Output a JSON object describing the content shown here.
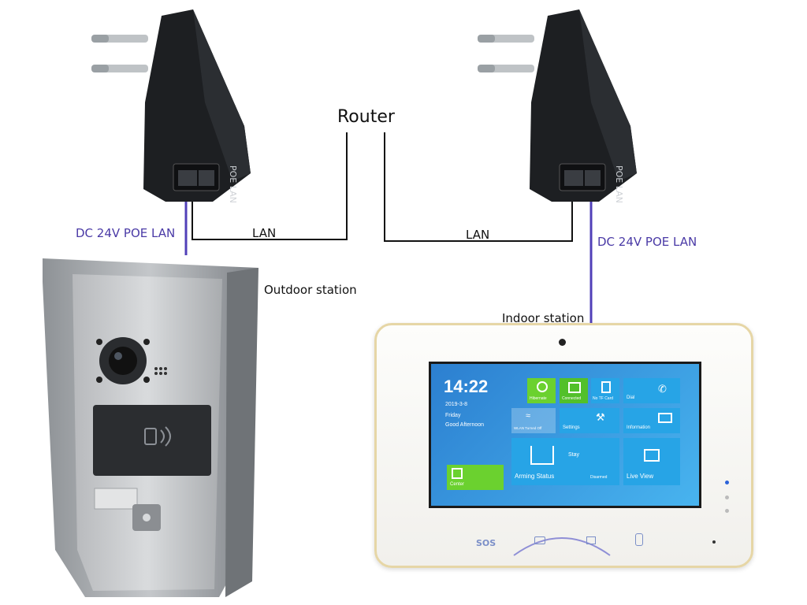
{
  "labels": {
    "router": "Router",
    "lan_left": "LAN",
    "lan_right": "LAN",
    "poe_left": "DC 24V POE LAN",
    "poe_right": "DC 24V POE LAN",
    "outdoor_station": "Outdoor station",
    "indoor_station": "Indoor station"
  },
  "adapter": {
    "port_text": "POE LAN"
  },
  "indoor_screen": {
    "time": "14:22",
    "date": "2019-3-8",
    "weekday": "Friday",
    "greeting": "Good Afternoon",
    "tiles": {
      "hibernate": "Hibernate",
      "connected": "Connected",
      "no_tf_card": "No TF Card",
      "dial": "Dial",
      "wlan": "WLAN Turned Off",
      "settings": "Settings",
      "information": "Information",
      "stay": "Stay",
      "arming_status": "Arming Status",
      "disarmed": "Disarmed",
      "live_view": "Live View",
      "center": "Center"
    },
    "bottom_sos": "SOS"
  },
  "colors": {
    "poe_line": "#5140b8",
    "lan_line": "#111111",
    "adapter_body": "#1d1f22",
    "screen_bg": "#2a8fd6",
    "tile_green": "#6bd12f",
    "tile_blue": "#27a4e6"
  }
}
